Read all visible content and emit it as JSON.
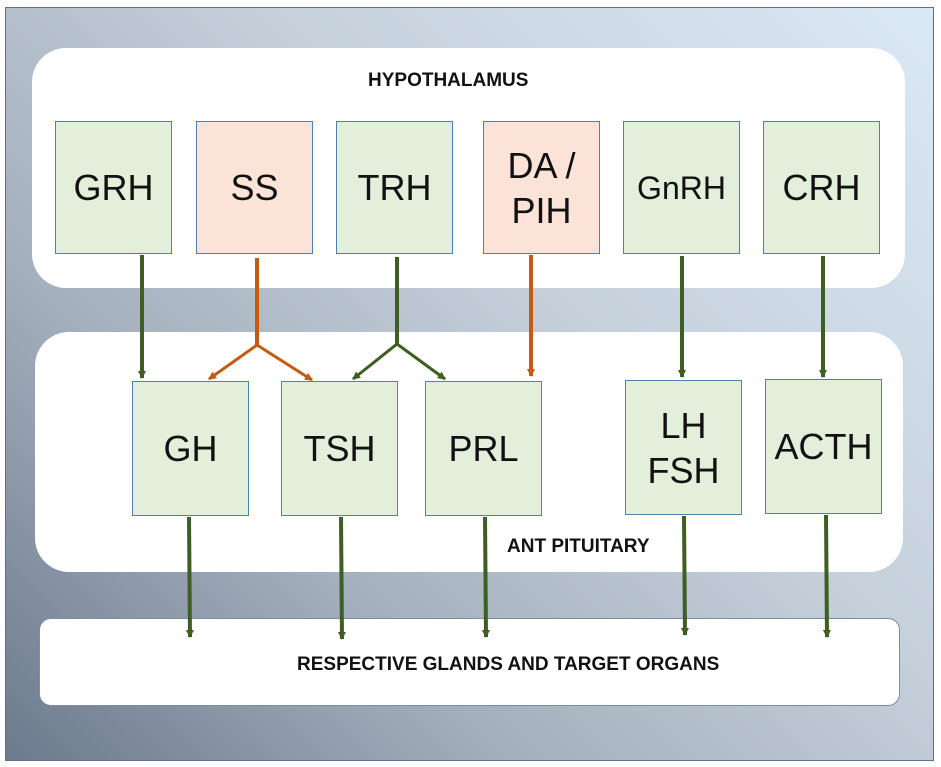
{
  "diagram": {
    "hypothalamus_label": "HYPOTHALAMUS",
    "pituitary_label": "ANT PITUITARY",
    "target_label": "RESPECTIVE GLANDS AND TARGET ORGANS",
    "colors": {
      "stimulating_box": "#e3efda",
      "inhibiting_box": "#fbe4d7",
      "stimulating_arrow": "#3f5e22",
      "inhibiting_arrow": "#c55a11"
    },
    "hypothalamic_hormones": [
      {
        "id": "grh",
        "lines": [
          "GRH"
        ],
        "kind": "stimulating"
      },
      {
        "id": "ss",
        "lines": [
          "SS"
        ],
        "kind": "inhibiting"
      },
      {
        "id": "trh",
        "lines": [
          "TRH"
        ],
        "kind": "stimulating"
      },
      {
        "id": "da-pih",
        "lines": [
          "DA /",
          "PIH"
        ],
        "kind": "inhibiting"
      },
      {
        "id": "gnrh",
        "lines": [
          "GnRH"
        ],
        "kind": "stimulating"
      },
      {
        "id": "crh",
        "lines": [
          "CRH"
        ],
        "kind": "stimulating"
      }
    ],
    "pituitary_hormones": [
      {
        "id": "gh",
        "lines": [
          "GH"
        ]
      },
      {
        "id": "tsh",
        "lines": [
          "TSH"
        ]
      },
      {
        "id": "prl",
        "lines": [
          "PRL"
        ]
      },
      {
        "id": "lh-fsh",
        "lines": [
          "LH",
          "FSH"
        ]
      },
      {
        "id": "acth",
        "lines": [
          "ACTH"
        ]
      }
    ],
    "connections": [
      {
        "from": "grh",
        "to": [
          "gh"
        ],
        "kind": "stimulating"
      },
      {
        "from": "ss",
        "to": [
          "gh",
          "tsh"
        ],
        "kind": "inhibiting"
      },
      {
        "from": "trh",
        "to": [
          "tsh",
          "prl"
        ],
        "kind": "stimulating"
      },
      {
        "from": "da-pih",
        "to": [
          "prl"
        ],
        "kind": "inhibiting"
      },
      {
        "from": "gnrh",
        "to": [
          "lh-fsh"
        ],
        "kind": "stimulating"
      },
      {
        "from": "crh",
        "to": [
          "acth"
        ],
        "kind": "stimulating"
      },
      {
        "from": "gh",
        "to": [
          "targets"
        ],
        "kind": "stimulating"
      },
      {
        "from": "tsh",
        "to": [
          "targets"
        ],
        "kind": "stimulating"
      },
      {
        "from": "prl",
        "to": [
          "targets"
        ],
        "kind": "stimulating"
      },
      {
        "from": "lh-fsh",
        "to": [
          "targets"
        ],
        "kind": "stimulating"
      },
      {
        "from": "acth",
        "to": [
          "targets"
        ],
        "kind": "stimulating"
      }
    ]
  }
}
